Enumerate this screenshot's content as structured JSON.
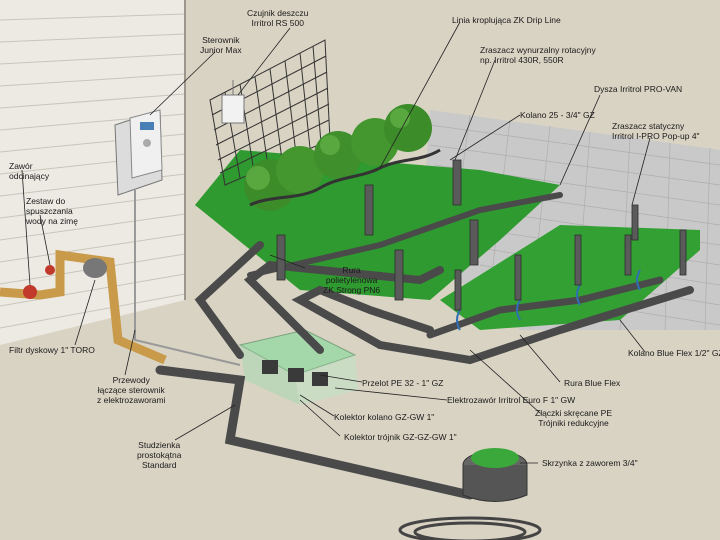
{
  "labels": {
    "rain_sensor": "Czujnik deszczu\nIrritrol RS 500",
    "drip_line": "Linia kroplująca ZK Drip Line",
    "controller": "Sterownik\nJunior Max",
    "rotary": "Zraszacz wynurzalny rotacyjny\nnp. Irritrol 430R, 550R",
    "elbow_25": "Kolano 25 - 3/4\" GZ",
    "pro_van": "Dysza Irritrol PRO-VAN",
    "static_spray": "Zraszacz statyczny\nIrritrol I-PRO Pop-up 4\"",
    "shutoff_valve": "Zawór\nodcinający",
    "drain_set": "Zestaw do\nspuszczania\nwody na zimę",
    "pe_pipe": "Rura\npolietylenowa\nZK Strong PN6",
    "disc_filter": "Filtr dyskowy 1\" TORO",
    "blue_flex_elbow": "Kolano Blue Flex 1/2\" GZ",
    "controller_wires": "Przewody\nłączące sterownik\nz elektrozaworami",
    "transition": "Przelot PE 32 - 1\" GZ",
    "solenoid": "Elektrozawór Irritrol Euro F 1\" GW",
    "blue_flex_pipe": "Rura Blue Flex",
    "manifold_elbow": "Kolektor kolano GZ-GW 1\"",
    "compression": "Złączki skręcane PE\nTrójniki redukcyjne",
    "manifold_tee": "Kolektor trójnik GZ-GZ-GW 1\"",
    "valve_box": "Studzienka\nprostokątna\nStandard",
    "tap_box": "Skrzynka z zaworem 3/4\""
  },
  "colors": {
    "wall": "#e9e6de",
    "ground": "#d9d3c4",
    "lawn": "#2f9a2f",
    "paving": "#c8c8c8",
    "pipe": "#4a4a4a",
    "copper": "#c89a4a",
    "accent_blue": "#2f6fb3",
    "valve_red": "#c0392b",
    "tap_green": "#3aa83a"
  }
}
